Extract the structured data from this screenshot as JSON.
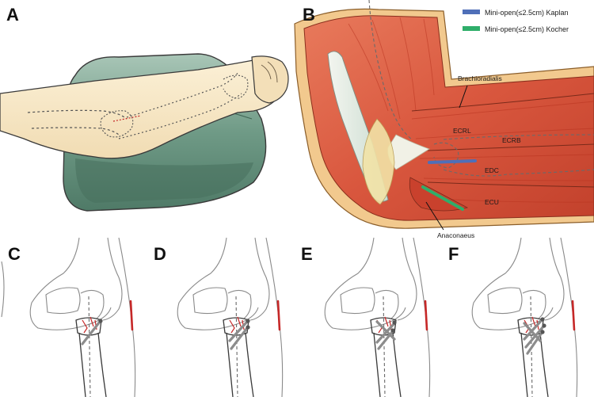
{
  "panels": {
    "a": {
      "letter": "A"
    },
    "b": {
      "letter": "B"
    },
    "c": {
      "letter": "C"
    },
    "d": {
      "letter": "D"
    },
    "e": {
      "letter": "E"
    },
    "f": {
      "letter": "F"
    }
  },
  "legend": [
    {
      "label": "Mini-open(≤2.5cm) Kaplan",
      "color": "#4f6fb8"
    },
    {
      "label": "Mini-open(≤2.5cm) Kocher",
      "color": "#2fae6a"
    }
  ],
  "muscles": {
    "brachioradialis": "Brachioradialis",
    "ecrl": "ECRL",
    "ecrb": "ECRB",
    "edc": "EDC",
    "ecu": "ECU",
    "anconaeus": "Anaconaeus"
  },
  "colors": {
    "kaplan": "#4f6fb8",
    "kocher": "#2fae6a",
    "fracture": "#c62828",
    "pillow": "#6f9a86",
    "muscle": "#d9573e"
  }
}
